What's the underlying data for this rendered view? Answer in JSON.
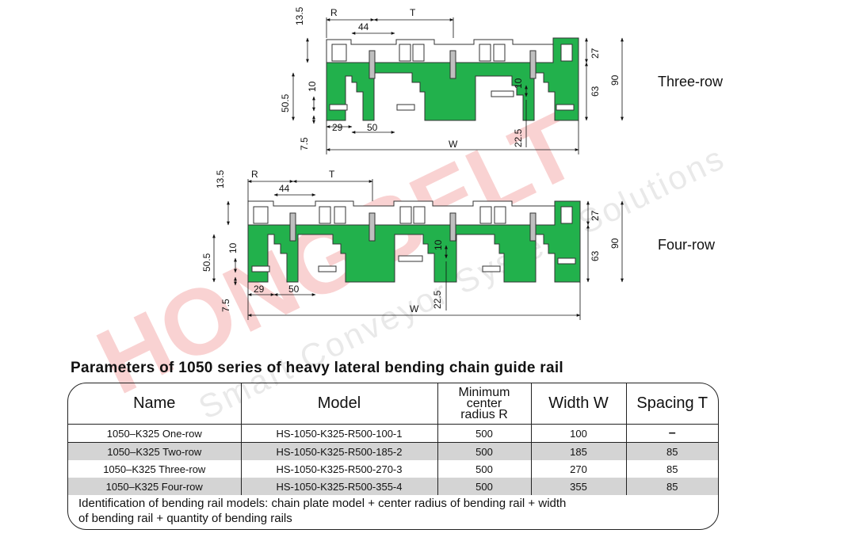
{
  "watermark": {
    "brand": "HONGBELT",
    "tagline": "Smart Conveyor System Solutions"
  },
  "colors": {
    "rail_green": "#22b14c",
    "outline": "#333333",
    "slot_gray": "#bfbfbf",
    "shaded_row": "#d4d4d4"
  },
  "three_row": {
    "label": "Three-row",
    "dims": {
      "top_gap": "13.5",
      "r": "R",
      "t": "T",
      "d44": "44",
      "d27": "27",
      "d63": "63",
      "d90": "90",
      "d50_5": "50.5",
      "d10a": "10",
      "d10b": "10",
      "d29": "29",
      "d50": "50",
      "d7_5": "7.5",
      "d22_5": "22.5",
      "w": "W"
    }
  },
  "four_row": {
    "label": "Four-row",
    "dims": {
      "top_gap": "13.5",
      "r": "R",
      "t": "T",
      "d44": "44",
      "d27": "27",
      "d63": "63",
      "d90": "90",
      "d50_5": "50.5",
      "d10a": "10",
      "d10b": "10",
      "d29": "29",
      "d50": "50",
      "d7_5": "7.5",
      "d22_5": "22.5",
      "w": "W"
    }
  },
  "title": "Parameters of 1050 series of heavy lateral bending chain guide rail",
  "table": {
    "headers": {
      "name": "Name",
      "model": "Model",
      "radius_l1": "Minimum",
      "radius_l2": "center",
      "radius_l3": "radius R",
      "width": "Width W",
      "spacing": "Spacing T"
    },
    "rows": [
      {
        "name": "1050–K325 One-row",
        "model": "HS-1050-K325-R500-100-1",
        "radius": "500",
        "width": "100",
        "spacing": "–"
      },
      {
        "name": "1050–K325 Two-row",
        "model": "HS-1050-K325-R500-185-2",
        "radius": "500",
        "width": "185",
        "spacing": "85"
      },
      {
        "name": "1050–K325 Three-row",
        "model": "HS-1050-K325-R500-270-3",
        "radius": "500",
        "width": "270",
        "spacing": "85"
      },
      {
        "name": "1050–K325 Four-row",
        "model": "HS-1050-K325-R500-355-4",
        "radius": "500",
        "width": "355",
        "spacing": "85"
      }
    ],
    "note": "Identification of bending rail models: chain plate model + center radius of bending rail + width of bending rail + quantity of bending rails"
  }
}
